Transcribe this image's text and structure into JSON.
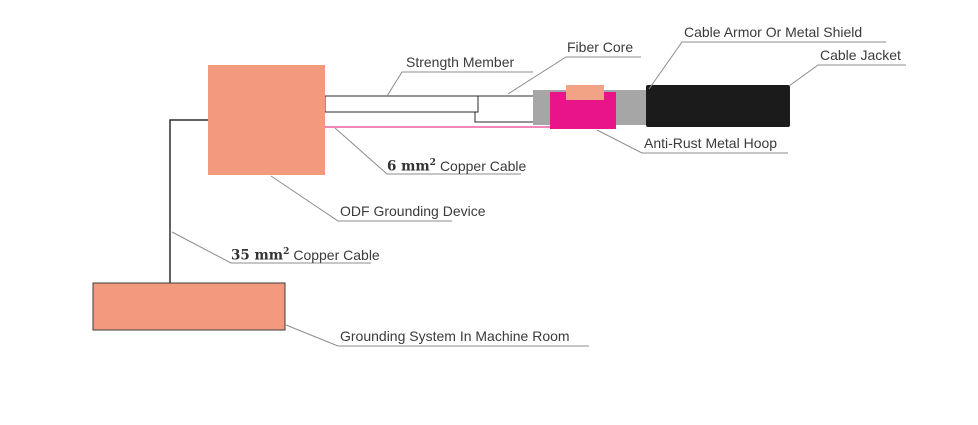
{
  "colors": {
    "salmon": "#F2997E",
    "cap_salmon": "#F2A285",
    "magenta": "#E9138A",
    "gray": "#A6A6A6",
    "black_jacket": "#1B1B1B",
    "white": "#FFFFFF",
    "pink_line": "#F287B7",
    "leader_line": "#8C8C8C",
    "connector_line": "#2F2F2F"
  },
  "labels": {
    "strength_member": "Strength Member",
    "fiber_core": "Fiber Core",
    "cable_armor": "Cable Armor Or Metal Shield",
    "cable_jacket": "Cable Jacket",
    "anti_rust_hoop": "Anti-Rust Metal Hoop",
    "odf_device": "ODF Grounding Device",
    "grounding_system": "Grounding System In Machine Room",
    "copper_6": {
      "value": "6 mm",
      "sup": "2",
      "name": "Copper Cable"
    },
    "copper_35": {
      "value": "35 mm",
      "sup": "2",
      "name": "Copper Cable"
    }
  }
}
